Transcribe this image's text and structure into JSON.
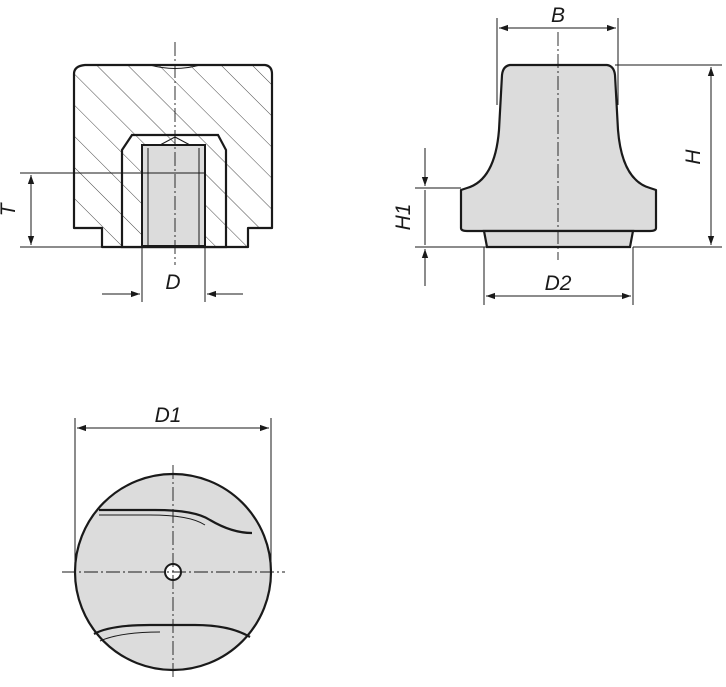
{
  "drawing": {
    "dimensions": {
      "B": "B",
      "H": "H",
      "H1": "H1",
      "D": "D",
      "D1": "D1",
      "D2": "D2",
      "T": "T"
    }
  }
}
